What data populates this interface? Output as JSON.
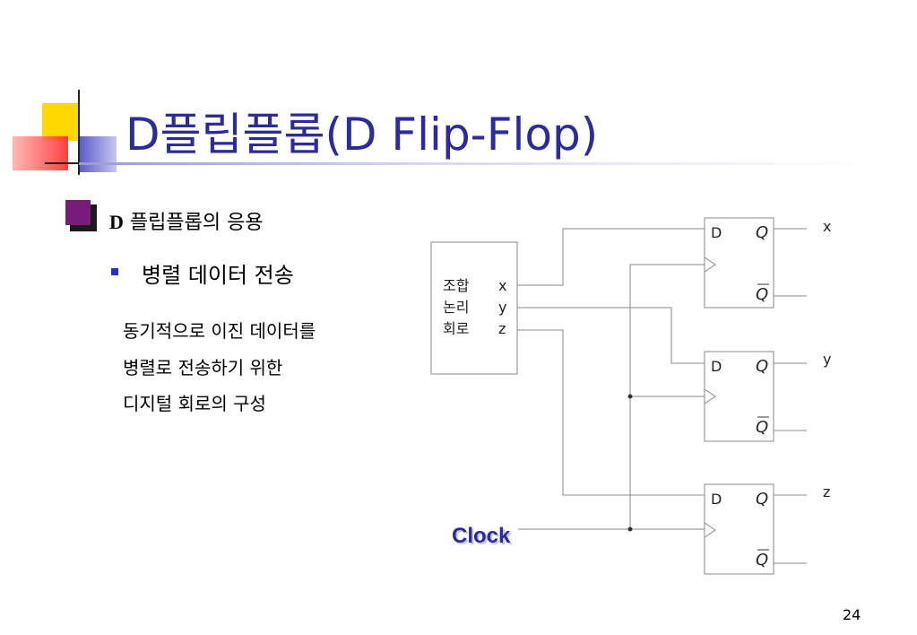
{
  "slide": {
    "title": "D플립플롭(D Flip-Flop)",
    "bullet1_prefix": "D",
    "bullet1_text": " 플립플롭의 응용",
    "bullet2": "병렬 데이터 전송",
    "body_lines": [
      "동기적으로 이진 데이터를",
      "병렬로 전송하기 위한",
      "디지털 회로의 구성"
    ],
    "page_number": "24"
  },
  "diagram": {
    "comb_block_lines": [
      "조합",
      "논리",
      "회로"
    ],
    "comb_outputs": [
      "x",
      "y",
      "z"
    ],
    "flipflop_input_label": "D",
    "flipflop_output_label": "Q",
    "flipflop_inverted_output_label": "Q",
    "outputs": [
      "x",
      "y",
      "z"
    ],
    "clock_label": "Clock"
  },
  "colors": {
    "title": "#2b2b9a",
    "accent_purple": "#7a1a7a",
    "deco_yellow": "#ffd700",
    "deco_red": "#ff3333",
    "deco_blue": "#5a5ac8",
    "wire": "#888888"
  }
}
